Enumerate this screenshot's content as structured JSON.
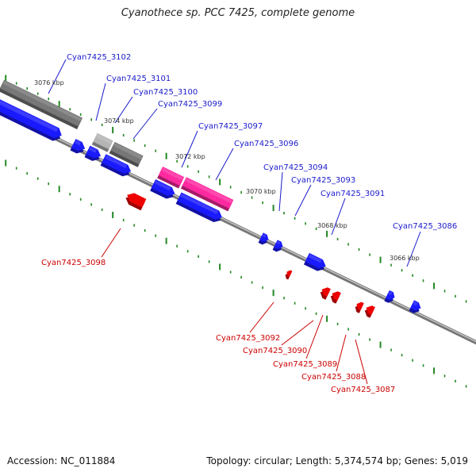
{
  "title": "Cyanothece sp. PCC 7425, complete genome",
  "accession": "Accession: NC_011884",
  "summary": "Topology: circular; Length: 5,374,574 bp; Genes: 5,019",
  "colors": {
    "forward_gene": "#1a1aff",
    "reverse_gene": "#ee0000",
    "rna_gene": "#777777",
    "pseudo_gene": "#ff2aa0",
    "tick": "#228822",
    "backbone": "#777777",
    "label_forward": "#1a1acc",
    "label_reverse": "#cc0000"
  },
  "scale_labels": [
    "3076 kbp",
    "3074 kbp",
    "3072 kbp",
    "3070 kbp",
    "3068 kbp",
    "3066 kbp"
  ],
  "gene_labels": {
    "forward": [
      "Cyan7425_3102",
      "Cyan7425_3101",
      "Cyan7425_3100",
      "Cyan7425_3099",
      "Cyan7425_3097",
      "Cyan7425_3096",
      "Cyan7425_3094",
      "Cyan7425_3093",
      "Cyan7425_3091",
      "Cyan7425_3086"
    ],
    "reverse": [
      "Cyan7425_3098",
      "Cyan7425_3092",
      "Cyan7425_3090",
      "Cyan7425_3089",
      "Cyan7425_3088",
      "Cyan7425_3087"
    ]
  }
}
